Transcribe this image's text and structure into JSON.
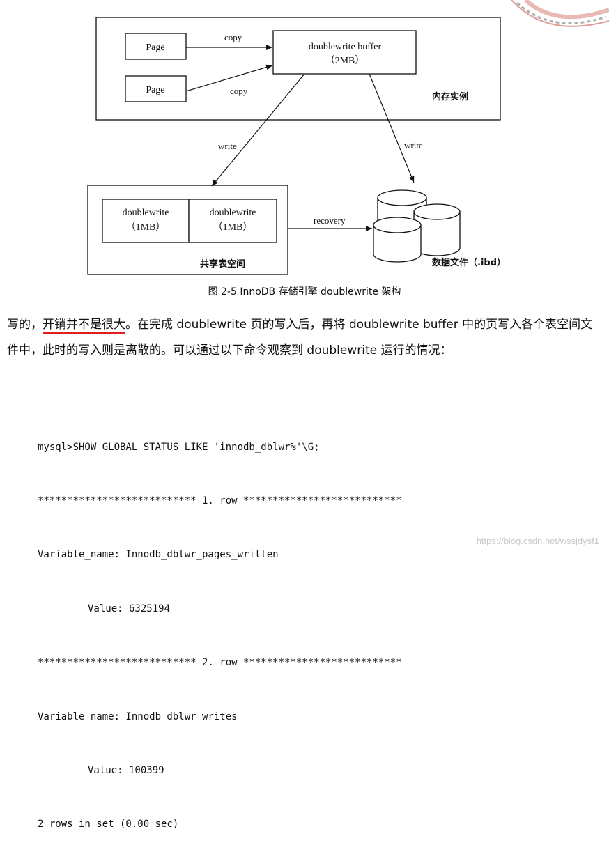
{
  "diagram": {
    "page_top": "Page",
    "page_bottom": "Page",
    "copy_top": "copy",
    "copy_bottom": "copy",
    "buffer_line1": "doublewrite buffer",
    "buffer_line2": "（2MB）",
    "memory_label": "内存实例",
    "write_left": "write",
    "write_right": "write",
    "dw1_line1": "doublewrite",
    "dw1_line2": "（1MB）",
    "dw2_line1": "doublewrite",
    "dw2_line2": "（1MB）",
    "shared_label": "共享表空间",
    "recovery": "recovery",
    "datafile_label": "数据文件（.ibd）"
  },
  "caption": "图 2-5   InnoDB 存储引擎 doublewrite 架构",
  "body": {
    "p1_a": "写的，",
    "p1_underlined": "开销并不是很大",
    "p1_b": "。在完成 doublewrite 页的写入后，再将 doublewrite buffer 中的页写入各个表空间文件中，此时的写入则是离散的。可以通过以下命令观察到 doublewrite 运行的情况："
  },
  "code": {
    "line1": "mysql>SHOW GLOBAL STATUS LIKE 'innodb_dblwr%'\\G;",
    "line2": "*************************** 1. row ***************************",
    "line3": "Variable_name: Innodb_dblwr_pages_written",
    "line4": "Value: 6325194",
    "line5": "*************************** 2. row ***************************",
    "line6": "Variable_name: Innodb_dblwr_writes",
    "line7": "Value: 100399",
    "line8": "2 rows in set (0.00 sec)"
  },
  "watermark": "https://blog.csdn.net/wssjdysf1",
  "colors": {
    "underline": "#e02020",
    "stamp": "#c0392b"
  }
}
